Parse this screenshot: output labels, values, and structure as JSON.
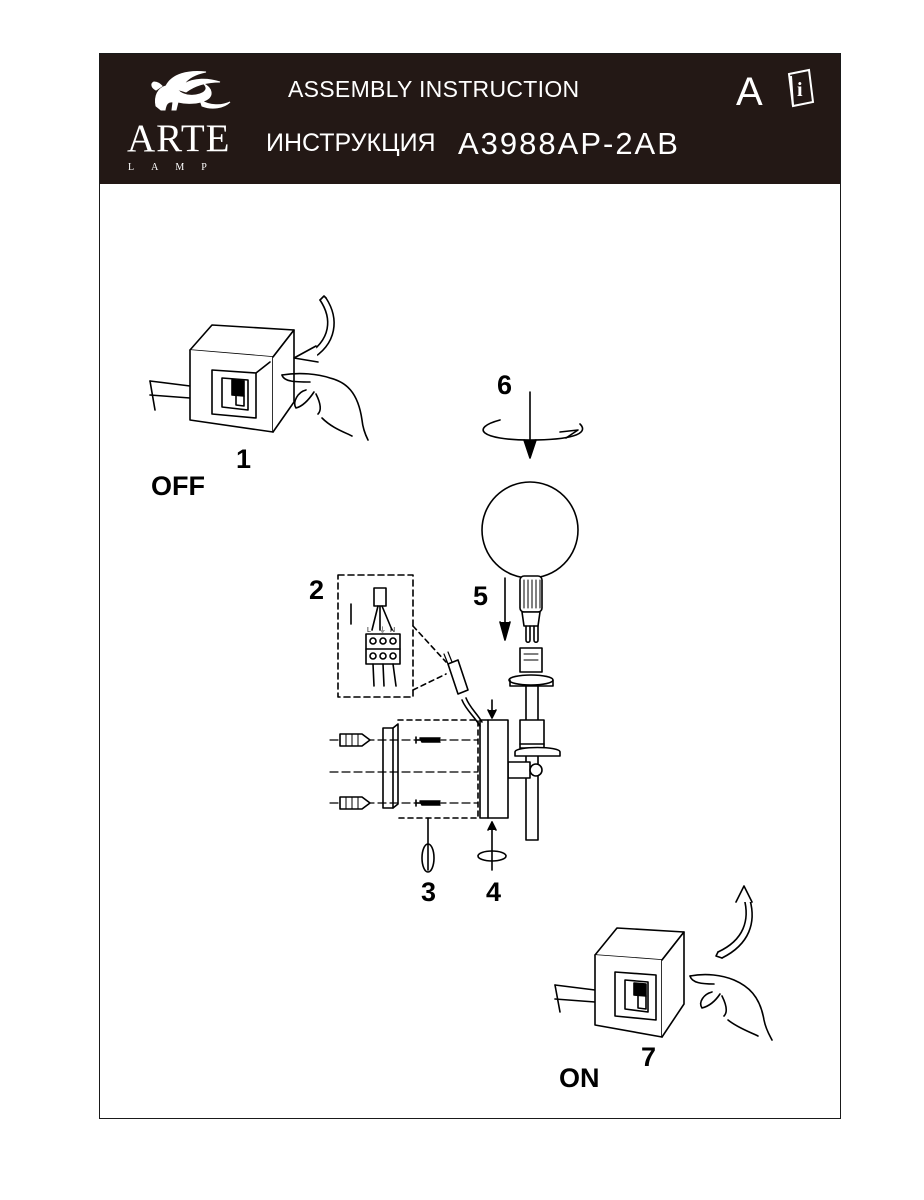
{
  "header": {
    "title_en": "ASSEMBLY  INSTRUCTION",
    "title_ru": "ИНСТРУКЦИЯ",
    "model": "A3988AP-2AB",
    "letter": "A",
    "brand": "ARTE",
    "brand_sub": "LAMP",
    "bg_color": "#231815",
    "icons": [
      "griffin-logo-icon",
      "info-manual-icon"
    ]
  },
  "steps": {
    "s1": "1",
    "s2": "2",
    "s3": "3",
    "s4": "4",
    "s5": "5",
    "s6": "6",
    "s7": "7"
  },
  "states": {
    "off": "OFF",
    "on": "ON"
  },
  "terminal": {
    "l": "L",
    "earth": "⏚",
    "n": "N"
  }
}
